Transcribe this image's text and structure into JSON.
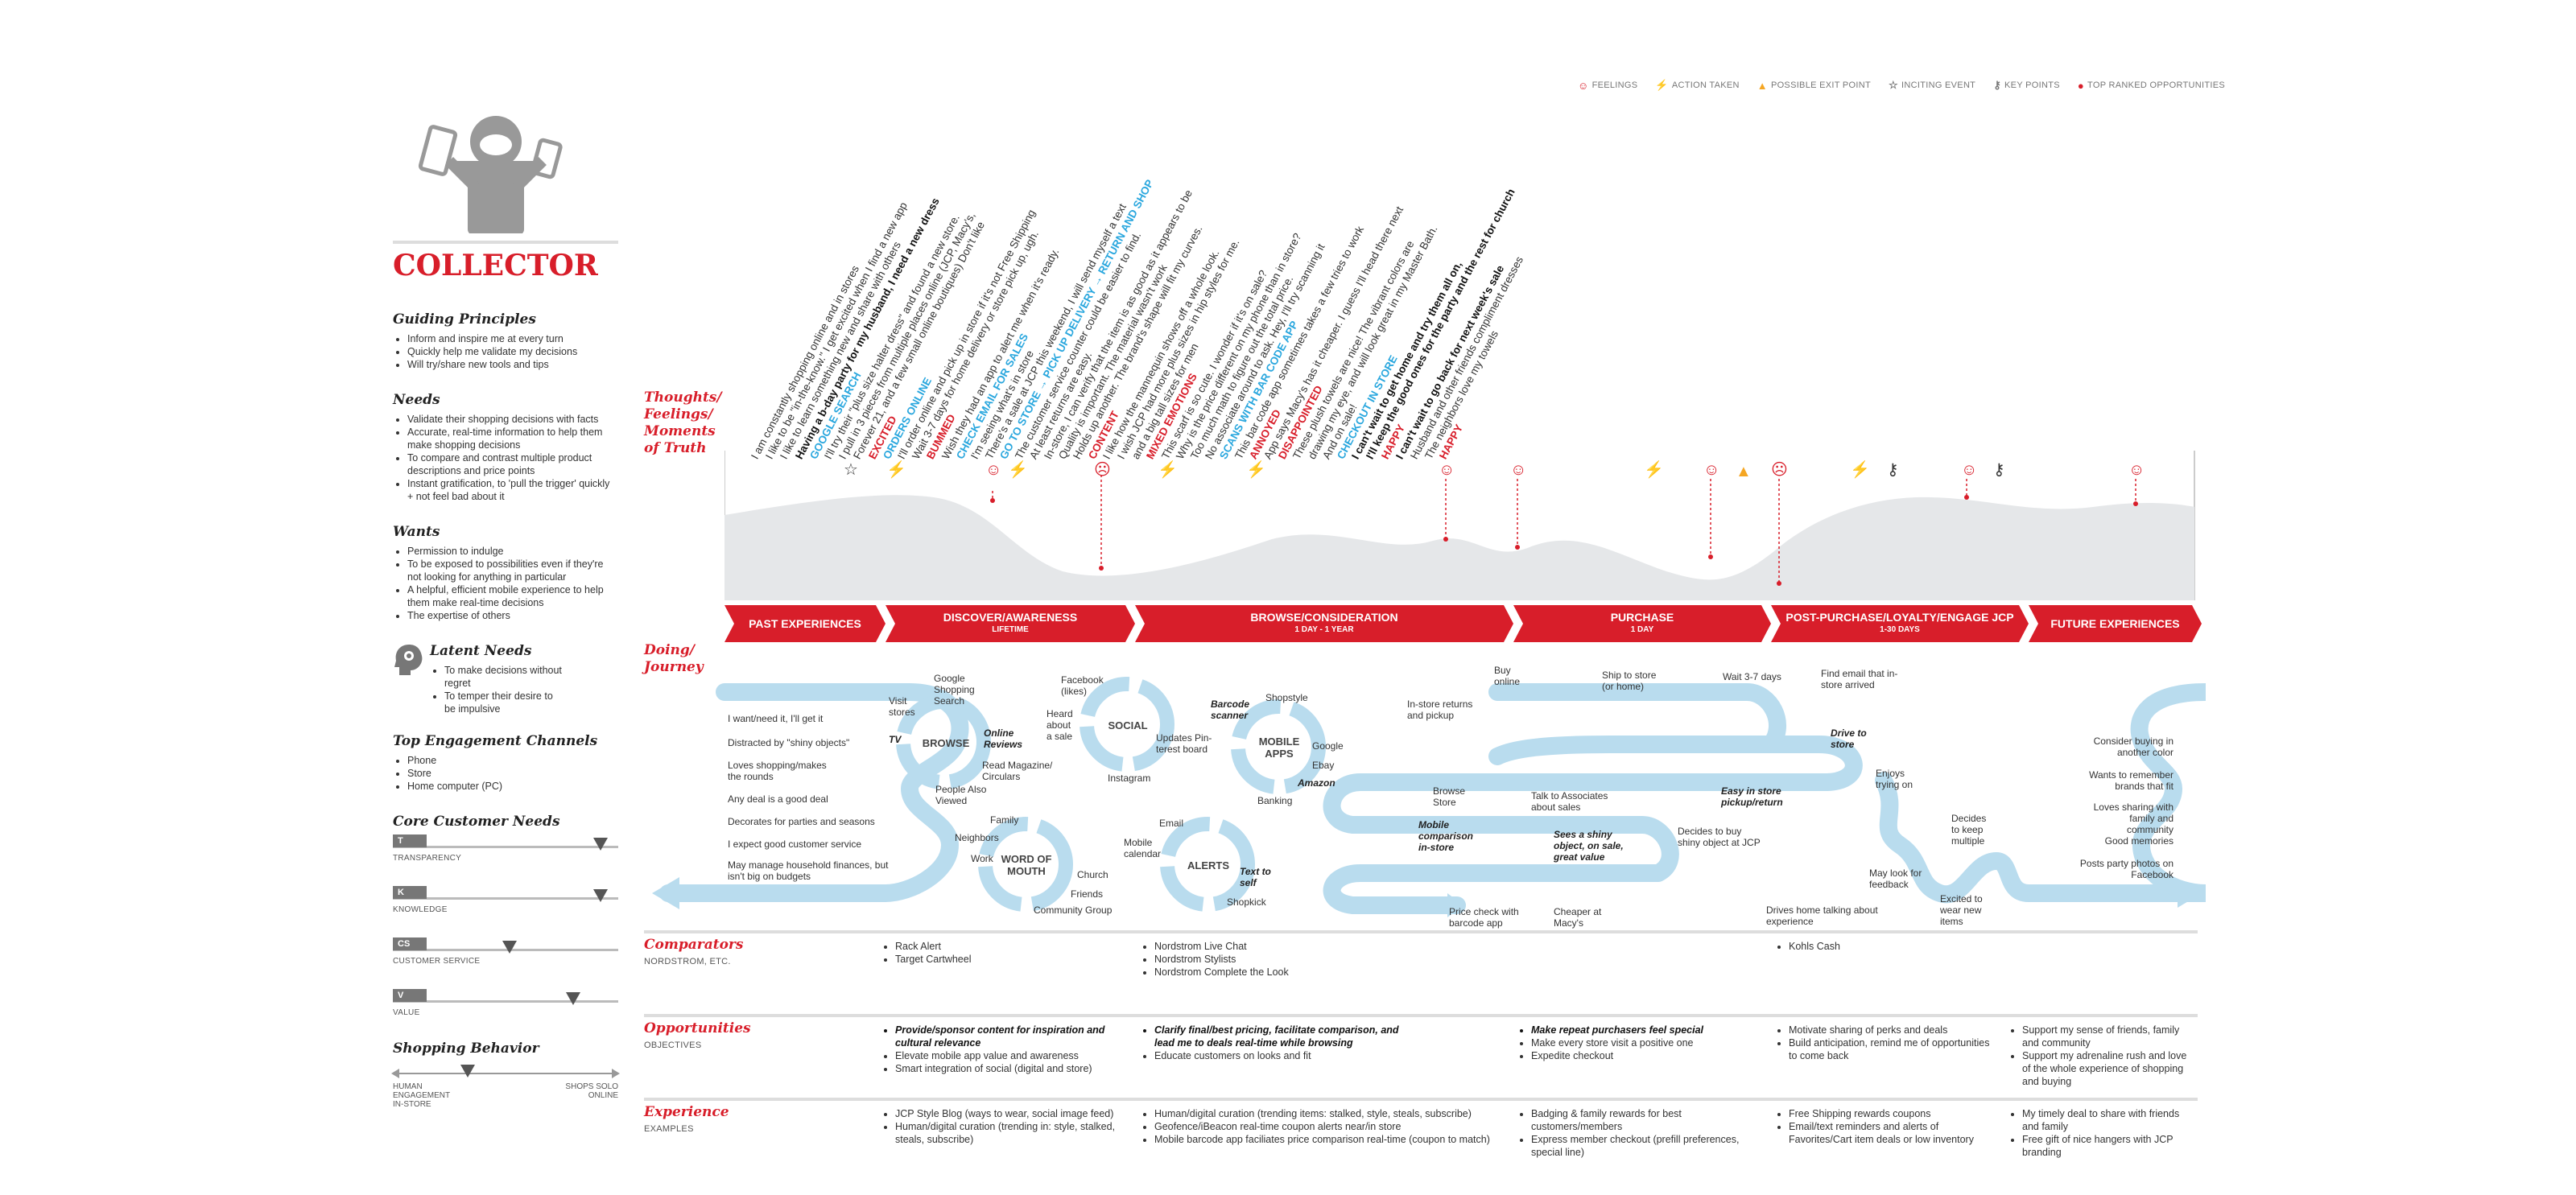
{
  "legend": {
    "feelings": "Feelings",
    "action_taken": "Action taken",
    "possible_exit": "Possible exit point",
    "inciting_event": "Inciting event",
    "key_points": "Key points",
    "top_ranked": "Top ranked opportunities"
  },
  "persona": {
    "title": "COLLECTOR",
    "guiding_principles": {
      "heading": "Guiding Principles",
      "items": [
        "Inform and inspire me at every turn",
        "Quickly help me validate my decisions",
        "Will try/share new tools and tips"
      ]
    },
    "needs": {
      "heading": "Needs",
      "items": [
        "Validate their shopping decisions with facts",
        "Accurate, real-time information to help them make shopping decisions",
        "To compare and contrast multiple product descriptions and price points",
        "Instant gratification, to 'pull the trigger' quickly + not feel bad about it"
      ]
    },
    "wants": {
      "heading": "Wants",
      "items": [
        "Permission to indulge",
        "To be exposed to possibilities even if they're not looking for anything in particular",
        "A helpful, efficient mobile experience to help them make real-time decisions",
        "The expertise of others"
      ]
    },
    "latent_needs": {
      "heading": "Latent Needs",
      "items": [
        "To make decisions without regret",
        "To temper their desire to be impulsive"
      ]
    },
    "channels": {
      "heading": "Top Engagement Channels",
      "items": [
        "Phone",
        "Store",
        "Home computer (PC)"
      ]
    },
    "core_needs": {
      "heading": "Core Customer Needs",
      "meters": [
        {
          "code": "T",
          "label": "TRANSPARENCY",
          "level": 0.95
        },
        {
          "code": "K",
          "label": "KNOWLEDGE",
          "level": 0.95
        },
        {
          "code": "CS",
          "label": "CUSTOMER SERVICE",
          "level": 0.52
        },
        {
          "code": "V",
          "label": "VALUE",
          "level": 0.82
        }
      ]
    },
    "shopping_behavior": {
      "heading": "Shopping Behavior",
      "left_label": "HUMAN ENGAGEMENT IN-STORE",
      "right_label": "SHOPS SOLO ONLINE",
      "level": 0.32
    }
  },
  "sections": {
    "thoughts": "Thoughts/ Feelings/ Moments of Truth",
    "doing": "Doing/ Journey",
    "comparators": "Comparators",
    "comparators_sub": "NORDSTROM, ETC.",
    "opportunities": "Opportunities",
    "opportunities_sub": "OBJECTIVES",
    "experience": "Experience",
    "experience_sub": "EXAMPLES"
  },
  "thoughts": [
    {
      "pre": "",
      "tag": "",
      "text": "I am constantly shopping online and in stores"
    },
    {
      "pre": "",
      "tag": "",
      "text": "I like to be \"in-the-know.\" I get excited when I find a new app"
    },
    {
      "pre": "",
      "tag": "",
      "text": "I like to learn something new and share with others"
    },
    {
      "pre": "",
      "tag": "",
      "text": "Having a b-day party for my husband, I need a new dress"
    },
    {
      "pre": "",
      "tag": "GOOGLE SEARCH",
      "text": ""
    },
    {
      "pre": "",
      "tag": "",
      "text": "I'll try their \"plus size halter dress\" and found a new store."
    },
    {
      "pre": "",
      "tag": "",
      "text": "I pull in 3 pieces from multiple places online (JCP, Macy's,"
    },
    {
      "pre": "",
      "tag": "",
      "text": "Forever 21, and a few small online boutiques) Don't like"
    },
    {
      "pre": "",
      "tag": "EXCITED",
      "text": ""
    },
    {
      "pre": "",
      "tag": "ORDERS ONLINE",
      "text": ""
    },
    {
      "pre": "",
      "tag": "",
      "text": "I'll order online and pick up in store if it's not Free Shipping"
    },
    {
      "pre": "",
      "tag": "",
      "text": "Wait 3-7 days for home delivery or store pick up, ugh."
    },
    {
      "pre": "",
      "tag": "BUMMED",
      "text": ""
    },
    {
      "pre": "",
      "tag": "",
      "text": "Wish they had an app to alert me when it's ready."
    },
    {
      "pre": "",
      "tag": "CHECK EMAIL FOR SALES",
      "text": ""
    },
    {
      "pre": "",
      "tag": "",
      "text": "I'm seeing what's in store"
    },
    {
      "pre": "",
      "tag": "",
      "text": "There's a sale at JCP this weekend, I will send myself a text"
    },
    {
      "pre": "",
      "tag": "GO TO STORE → PICK UP DELIVERY → RETURN AND SHOP",
      "text": ""
    },
    {
      "pre": "",
      "tag": "",
      "text": "The customer service counter could be easier to find."
    },
    {
      "pre": "",
      "tag": "",
      "text": "At least returns are easy."
    },
    {
      "pre": "",
      "tag": "",
      "text": "In-store, I can verify that the item is as good as it appears to be"
    },
    {
      "pre": "",
      "tag": "",
      "text": "Quality is important. The material wasn't work"
    },
    {
      "pre": "",
      "tag": "",
      "text": "Holds up another. The brand's shape will fit my curves."
    },
    {
      "pre": "",
      "tag": "CONTENT",
      "text": ""
    },
    {
      "pre": "",
      "tag": "",
      "text": "I like how the mannequin shows off a whole look."
    },
    {
      "pre": "",
      "tag": "",
      "text": "I wish JCP had more plus sizes in hip styles for me."
    },
    {
      "pre": "",
      "tag": "",
      "text": "and a big tall sizes for men"
    },
    {
      "pre": "",
      "tag": "MIXED EMOTIONS",
      "text": ""
    },
    {
      "pre": "",
      "tag": "",
      "text": "This scarf is so cute. I wonder if it's on sale?"
    },
    {
      "pre": "",
      "tag": "",
      "text": "Why is the price different on my phone than in store?"
    },
    {
      "pre": "",
      "tag": "",
      "text": "Too much math to figure out the total price."
    },
    {
      "pre": "",
      "tag": "",
      "text": "No associate around to ask. Hey, I'll try scanning it"
    },
    {
      "pre": "",
      "tag": "SCANS WITH BAR CODE APP",
      "text": ""
    },
    {
      "pre": "",
      "tag": "",
      "text": "This bar code app sometimes takes a few tries to work"
    },
    {
      "pre": "",
      "tag": "ANNOYED",
      "text": ""
    },
    {
      "pre": "",
      "tag": "",
      "text": "App says Macy's has it cheaper. I guess I'll head there next"
    },
    {
      "pre": "",
      "tag": "DISAPPOINTED",
      "text": ""
    },
    {
      "pre": "",
      "tag": "",
      "text": "These plush towels are nice! The vibrant colors are"
    },
    {
      "pre": "",
      "tag": "",
      "text": "drawing my eye, and will look great in my Master Bath."
    },
    {
      "pre": "",
      "tag": "",
      "text": "And on sale!"
    },
    {
      "pre": "",
      "tag": "CHECKOUT IN STORE",
      "text": ""
    },
    {
      "pre": "",
      "tag": "",
      "text": "I can't wait to get home and try them all on,"
    },
    {
      "pre": "",
      "tag": "",
      "text": "I'll keep the good ones for the party and the rest for church"
    },
    {
      "pre": "",
      "tag": "HAPPY",
      "text": ""
    },
    {
      "pre": "",
      "tag": "",
      "text": "I can't wait to go back for next week's sale"
    },
    {
      "pre": "",
      "tag": "",
      "text": "Husband and other friends compliment dresses"
    },
    {
      "pre": "",
      "tag": "",
      "text": "The neighbors love my towels"
    },
    {
      "pre": "",
      "tag": "HAPPY",
      "text": ""
    }
  ],
  "phases": [
    {
      "name": "PAST EXPERIENCES",
      "sub": ""
    },
    {
      "name": "DISCOVER/AWARENESS",
      "sub": "LIFETIME"
    },
    {
      "name": "BROWSE/CONSIDERATION",
      "sub": "1 DAY - 1 YEAR"
    },
    {
      "name": "PURCHASE",
      "sub": "1 DAY"
    },
    {
      "name": "POST-PURCHASE/LOYALTY/ENGAGE JCP",
      "sub": "1-30 DAYS"
    },
    {
      "name": "FUTURE EXPERIENCES",
      "sub": ""
    }
  ],
  "journey": {
    "past": [
      "I want/need it, I'll get it",
      "Distracted by \"shiny objects\"",
      "Loves shopping/makes the rounds",
      "Any deal is a good deal",
      "Decorates for parties and seasons",
      "I expect good customer service",
      "May manage household finances, but isn't big on budgets"
    ],
    "cycles": {
      "browse": "BROWSE",
      "social": "SOCIAL",
      "mobile": "MOBILE APPS",
      "wom": "WORD OF MOUTH",
      "alerts": "ALERTS"
    },
    "labels": {
      "tv": "TV",
      "visit": "Visit stores",
      "google": "Google Shopping Search",
      "online_reviews": "Online Reviews",
      "read_mag": "Read Magazine/ Circulars",
      "people": "People Also Viewed",
      "facebook": "Facebook (likes)",
      "heard": "Heard about a sale",
      "updates": "Updates Pin-terest board",
      "instagram": "Instagram",
      "barcode": "Barcode scanner",
      "shopstyle": "Shopstyle",
      "google2": "Google",
      "ebay": "Ebay",
      "amazon": "Amazon",
      "banking": "Banking",
      "family": "Family",
      "neighbors": "Neighbors",
      "work": "Work",
      "church": "Church",
      "friends": "Friends",
      "community": "Community Group",
      "email": "Email",
      "mobile_cal": "Mobile calendar",
      "text_self": "Text to self",
      "shopkick": "Shopkick",
      "instore_returns": "In-store returns and pickup",
      "buy_online": "Buy online",
      "ship_store": "Ship to store (or home)",
      "wait": "Wait 3-7 days",
      "find_email": "Find email that in-store arrived",
      "drive": "Drive to store",
      "browse_store": "Browse Store",
      "talk": "Talk to Associates about sales",
      "easy": "Easy in store pickup/return",
      "mobile_comp": "Mobile comparison in-store",
      "sees": "Sees a shiny object, on sale, great value",
      "decides": "Decides to buy shiny object at JCP",
      "enjoys": "Enjoys trying on",
      "decides_keep": "Decides to keep multiple",
      "price_check": "Price check with barcode app",
      "cheaper": "Cheaper at Macy's",
      "drives_home": "Drives home talking about experience",
      "may_look": "May look for feedback",
      "excited_wear": "Excited to wear new items"
    },
    "future": [
      "Consider buying in another color",
      "Wants to remember brands that fit",
      "Loves sharing with family and community",
      "Good memories",
      "Posts party photos on Facebook"
    ]
  },
  "comparators": {
    "discover": [
      "Rack Alert",
      "Target Cartwheel"
    ],
    "browse": [
      "Nordstrom Live Chat",
      "Nordstrom Stylists",
      "Nordstrom Complete the Look"
    ],
    "post": [
      "Kohls Cash"
    ]
  },
  "opportunities": {
    "discover": [
      {
        "t": "Provide/sponsor content for inspiration and cultural relevance",
        "b": true
      },
      {
        "t": "Elevate mobile app value and awareness",
        "b": false
      },
      {
        "t": "Smart integration of social (digital and store)",
        "b": false
      }
    ],
    "browse": [
      {
        "t": "Clarify final/best pricing, facilitate comparison, and lead me to deals real-time while browsing",
        "b": true
      },
      {
        "t": "Educate customers on looks and fit",
        "b": false
      }
    ],
    "purchase": [
      {
        "t": "Make repeat purchasers feel special",
        "b": true
      },
      {
        "t": "Make every store visit a positive one",
        "b": false
      },
      {
        "t": "Expedite checkout",
        "b": false
      }
    ],
    "post": [
      {
        "t": "Motivate sharing of perks and deals",
        "b": false
      },
      {
        "t": "Build anticipation, remind me of opportunities to come back",
        "b": false
      }
    ],
    "future": [
      {
        "t": "Support my sense of friends, family and community",
        "b": false
      },
      {
        "t": "Support my adrenaline rush and love of the whole experience of shopping and buying",
        "b": false
      }
    ]
  },
  "experience": {
    "discover": [
      "JCP Style Blog (ways to wear, social image feed)",
      "Human/digital curation (trending in: style, stalked, steals, subscribe)"
    ],
    "browse": [
      "Human/digital curation (trending items: stalked, style, steals, subscribe)",
      "Geofence/iBeacon real-time coupon alerts near/in store",
      "Mobile barcode app faciliates price comparison real-time (coupon to match)"
    ],
    "purchase": [
      "Badging & family rewards for best customers/members",
      "Express member checkout (prefill preferences, special line)"
    ],
    "post": [
      "Free Shipping rewards coupons",
      "Email/text reminders and alerts of Favorites/Cart item deals or low inventory"
    ],
    "future": [
      "My timely deal to share with friends and family",
      "Free gift of nice hangers with JCP branding"
    ]
  }
}
